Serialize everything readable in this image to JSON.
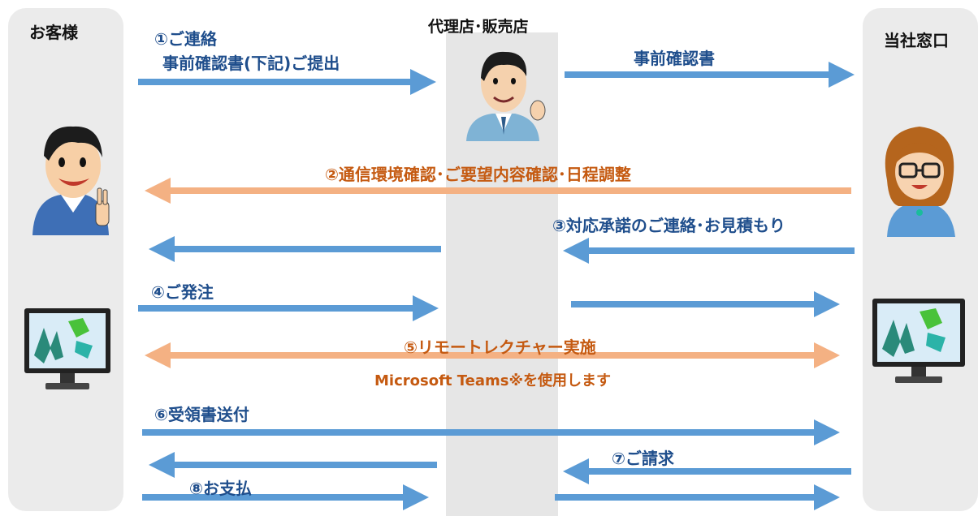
{
  "lanes": {
    "customer": "お客様",
    "agency": "代理店･販売店",
    "company": "当社窓口"
  },
  "steps": {
    "s1_title": "①ご連絡",
    "s1_sub": "事前確認書(下記)ご提出",
    "s1_forward": "事前確認書",
    "s2": "②通信環境確認･ご要望内容確認･日程調整",
    "s3": "③対応承諾のご連絡･お見積もり",
    "s4": "④ご発注",
    "s5": "⑤リモートレクチャー実施",
    "s5_note": "Microsoft Teams※を使用します",
    "s6": "⑥受領書送付",
    "s7": "⑦ご請求",
    "s8": "⑧お支払"
  },
  "colors": {
    "blue_arrow": "#5b9bd5",
    "orange_arrow": "#f4b183",
    "blue_text": "#1f4e8c",
    "orange_text": "#c55a11",
    "lane_bg": "#ebebeb"
  },
  "icons": {
    "customer_person": "man-icon",
    "agency_person": "businessman-icon",
    "company_person": "woman-icon",
    "customer_monitor": "monitor-icon",
    "company_monitor": "monitor-icon"
  }
}
